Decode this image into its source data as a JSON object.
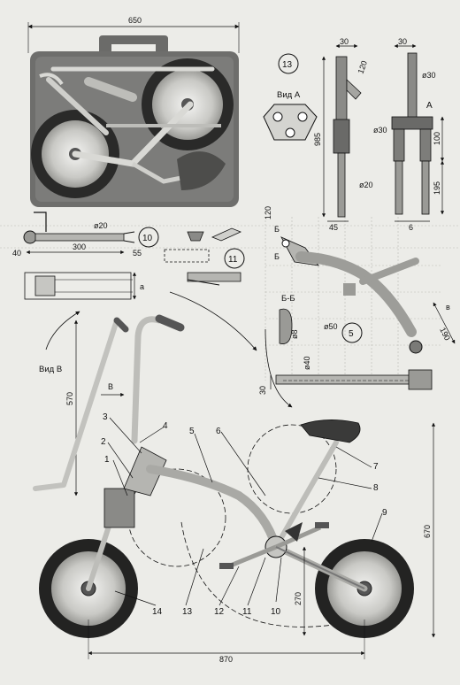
{
  "dimensions": {
    "case_width": "650",
    "fork_top_width": "30",
    "fork_angle_len": "120",
    "fork_height": "985",
    "fork_bottom_dia": "ø20",
    "fork_bottom_offset": "45",
    "fork2_top_width": "30",
    "fork2_dia": "ø30",
    "fork2_tube_dia": "ø30",
    "fork2_upper_len": "100",
    "fork2_lower_len": "195",
    "fork2_bottom": "6",
    "axle_dia": "ø20",
    "axle_len": "300",
    "axle_left": "40",
    "axle_right": "55",
    "axle_side": "a",
    "frame_top": "120",
    "frame_tube_dia": "ø50",
    "frame_small_dia": "ø8",
    "frame_angle": "190",
    "frame_b": "в",
    "seat_dia": "ø40",
    "seat_offset": "30",
    "handle_height": "570",
    "bike_height": "670",
    "bike_length": "870",
    "bottom_height": "270"
  },
  "labels": {
    "view_a": "Вид А",
    "view_b": "Вид В",
    "arrow_b": "В",
    "section": "Б-Б",
    "section_mark1": "Б",
    "section_mark2": "Б",
    "fork_a_mark": "А"
  },
  "callouts": [
    "13",
    "10",
    "11",
    "5"
  ],
  "part_numbers": [
    "1",
    "2",
    "3",
    "4",
    "5",
    "6",
    "7",
    "8",
    "9",
    "10",
    "11",
    "12",
    "13",
    "14"
  ]
}
